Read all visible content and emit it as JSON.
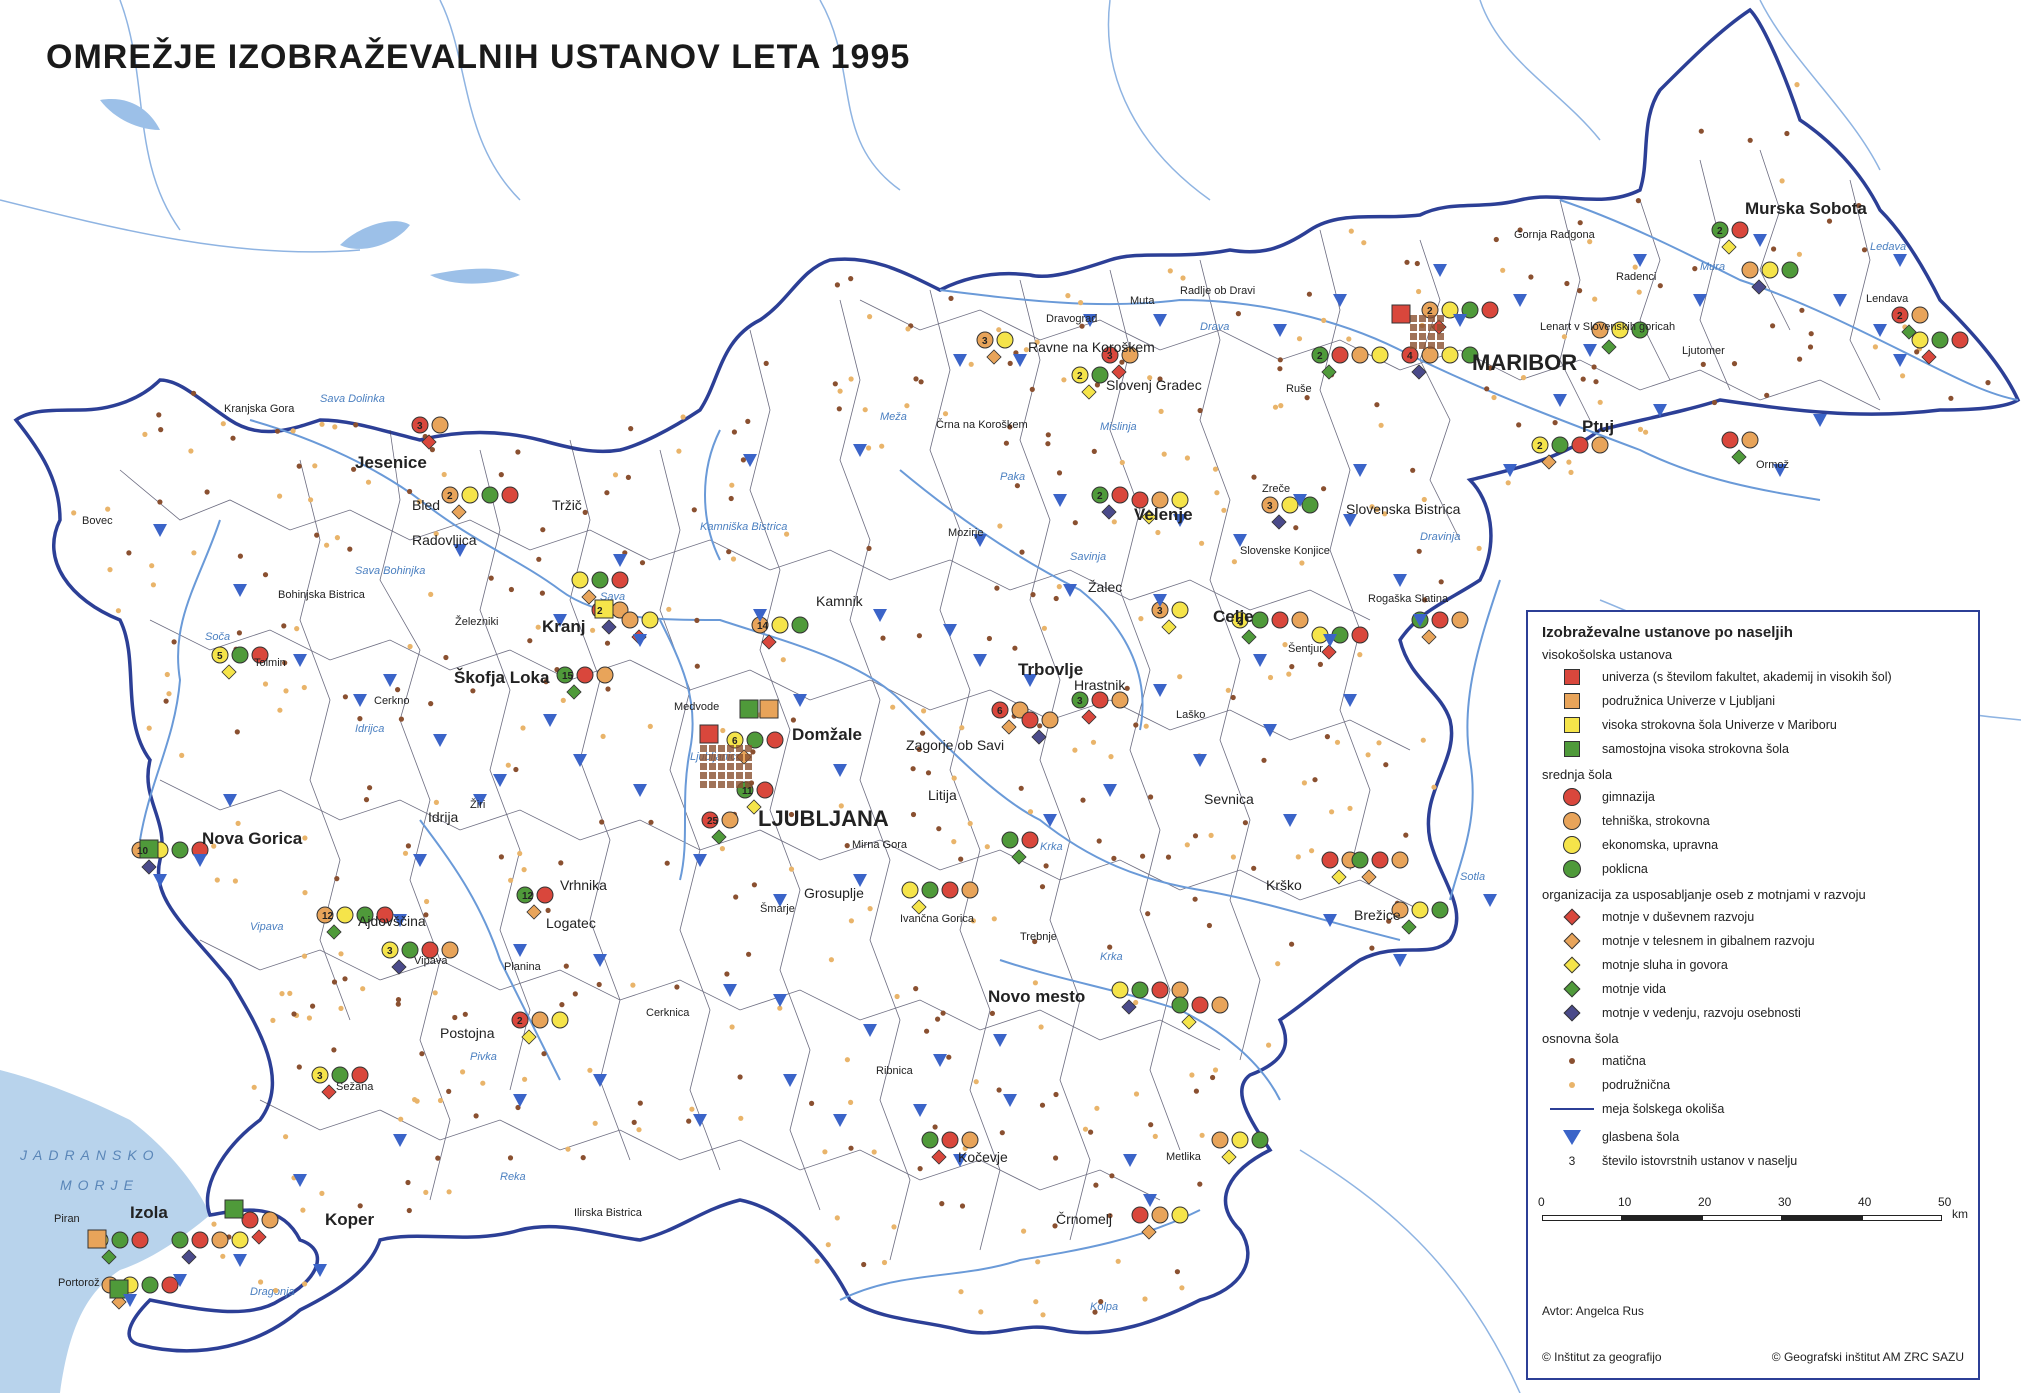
{
  "title": "OMREŽJE IZOBRAŽEVALNIH USTANOV LETA 1995",
  "colors": {
    "border": "#2c3f96",
    "river": "#6a9ad8",
    "sea": "#b8d3ec",
    "red": "#d9473c",
    "orange": "#e8a45a",
    "yellow": "#f5e44a",
    "green": "#4f9a3a",
    "dark_blue": "#4a4a8a",
    "triangle": "#3b64c8",
    "dot_brown": "#8a5030",
    "dot_orange": "#e9b46a"
  },
  "cities": {
    "major": [
      "LJUBLJANA",
      "MARIBOR"
    ],
    "mid": [
      "Celje",
      "Kranj",
      "Koper",
      "Novo mesto",
      "Nova Gorica",
      "Murska Sobota",
      "Velenje",
      "Ptuj",
      "Jesenice",
      "Izola",
      "Škofja Loka",
      "Domžale",
      "Trbovlje"
    ],
    "small": [
      "Kranjska Gora",
      "Bled",
      "Radovljica",
      "Tržič",
      "Bovec",
      "Bohinjska Bistrica",
      "Tolmin",
      "Železniki",
      "Cerkno",
      "Idrija",
      "Žiri",
      "Medvode",
      "Kamnik",
      "Vrhnika",
      "Logatec",
      "Ajdovščina",
      "Vipava",
      "Planina",
      "Postojna",
      "Cerknica",
      "Sežana",
      "Piran",
      "Portorož",
      "Ilirska Bistrica",
      "Kočevje",
      "Ribnica",
      "Grosuplje",
      "Šmarje",
      "Ivančna Gorica",
      "Mirna Gora",
      "Litija",
      "Zagorje ob Savi",
      "Hrastnik",
      "Laško",
      "Žalec",
      "Šentjur",
      "Sevnica",
      "Krško",
      "Brežice",
      "Trebnje",
      "Metlika",
      "Črnomelj",
      "Slovenske Konjice",
      "Zreče",
      "Slovenska Bistrica",
      "Rogaška Slatina",
      "Mozirje",
      "Slovenj Gradec",
      "Ravne na Koroškem",
      "Dravograd",
      "Muta",
      "Radlje ob Dravi",
      "Črna na Koroškem",
      "Ruše",
      "Lenart v Slovenskih goricah",
      "Gornja Radgona",
      "Radenci",
      "Ljutomer",
      "Lendava",
      "Ormož"
    ]
  },
  "rivers": [
    "Sava Dolinka",
    "Sava Bohinjka",
    "Soča",
    "Idrijca",
    "Vipava",
    "Sava",
    "Kamniška Bistrica",
    "Savinja",
    "Drava",
    "Mura",
    "Ledava",
    "Dravinja",
    "Meža",
    "Krka",
    "Kolpa",
    "Sotla",
    "Dragonja",
    "Reka",
    "Pivka",
    "Mislinja",
    "Paka",
    "Ljubljanica",
    "Krka"
  ],
  "sea_label": "JADRANSKO MORJE",
  "counts": [
    "3",
    "2",
    "5",
    "15",
    "2",
    "14",
    "6",
    "11",
    "25",
    "10",
    "3",
    "12",
    "2",
    "12",
    "3",
    "3",
    "6",
    "3",
    "2",
    "2",
    "3",
    "3",
    "2",
    "2",
    "4",
    "2",
    "2",
    "2",
    "2",
    "3"
  ],
  "legend": {
    "title": "Izobraževalne ustanove po naseljih",
    "sec_higher": "visokošolska ustanova",
    "higher": [
      {
        "label": "univerza (s številom fakultet, akademij in visokih šol)",
        "color": "#d9473c"
      },
      {
        "label": "podružnica Univerze v Ljubljani",
        "color": "#e8a45a"
      },
      {
        "label": "visoka strokovna šola Univerze v Mariboru",
        "color": "#f5e44a"
      },
      {
        "label": "samostojna visoka strokovna šola",
        "color": "#4f9a3a"
      }
    ],
    "sec_secondary": "srednja šola",
    "secondary": [
      {
        "label": "gimnazija",
        "color": "#d9473c"
      },
      {
        "label": "tehniška, strokovna",
        "color": "#e8a45a"
      },
      {
        "label": "ekonomska, upravna",
        "color": "#f5e44a"
      },
      {
        "label": "poklicna",
        "color": "#4f9a3a"
      }
    ],
    "sec_special": "organizacija za usposabljanje oseb z motnjami v razvoju",
    "special": [
      {
        "label": "motnje v duševnem razvoju",
        "color": "#d9473c"
      },
      {
        "label": "motnje v telesnem in gibalnem razvoju",
        "color": "#e8a45a"
      },
      {
        "label": "motnje sluha in govora",
        "color": "#f5e44a"
      },
      {
        "label": "motnje vida",
        "color": "#4f9a3a"
      },
      {
        "label": "motnje v vedenju, razvoju osebnosti",
        "color": "#4a4a8a"
      }
    ],
    "sec_primary": "osnovna šola",
    "primary": [
      {
        "label": "matična",
        "color": "#8a5030"
      },
      {
        "label": "podružnična",
        "color": "#e9b46a"
      }
    ],
    "district_line": "meja šolskega okoliša",
    "music_school": "glasbena šola",
    "count_note_num": "3",
    "count_note": "število istovrstnih ustanov v naselju",
    "scale": {
      "ticks": [
        "0",
        "10",
        "20",
        "30",
        "40",
        "50"
      ],
      "unit": "km"
    },
    "author": "Avtor: Angelca Rus",
    "copyright_left": "© Inštitut za geografijo",
    "copyright_right": "© Geografski inštitut AM ZRC SAZU"
  }
}
